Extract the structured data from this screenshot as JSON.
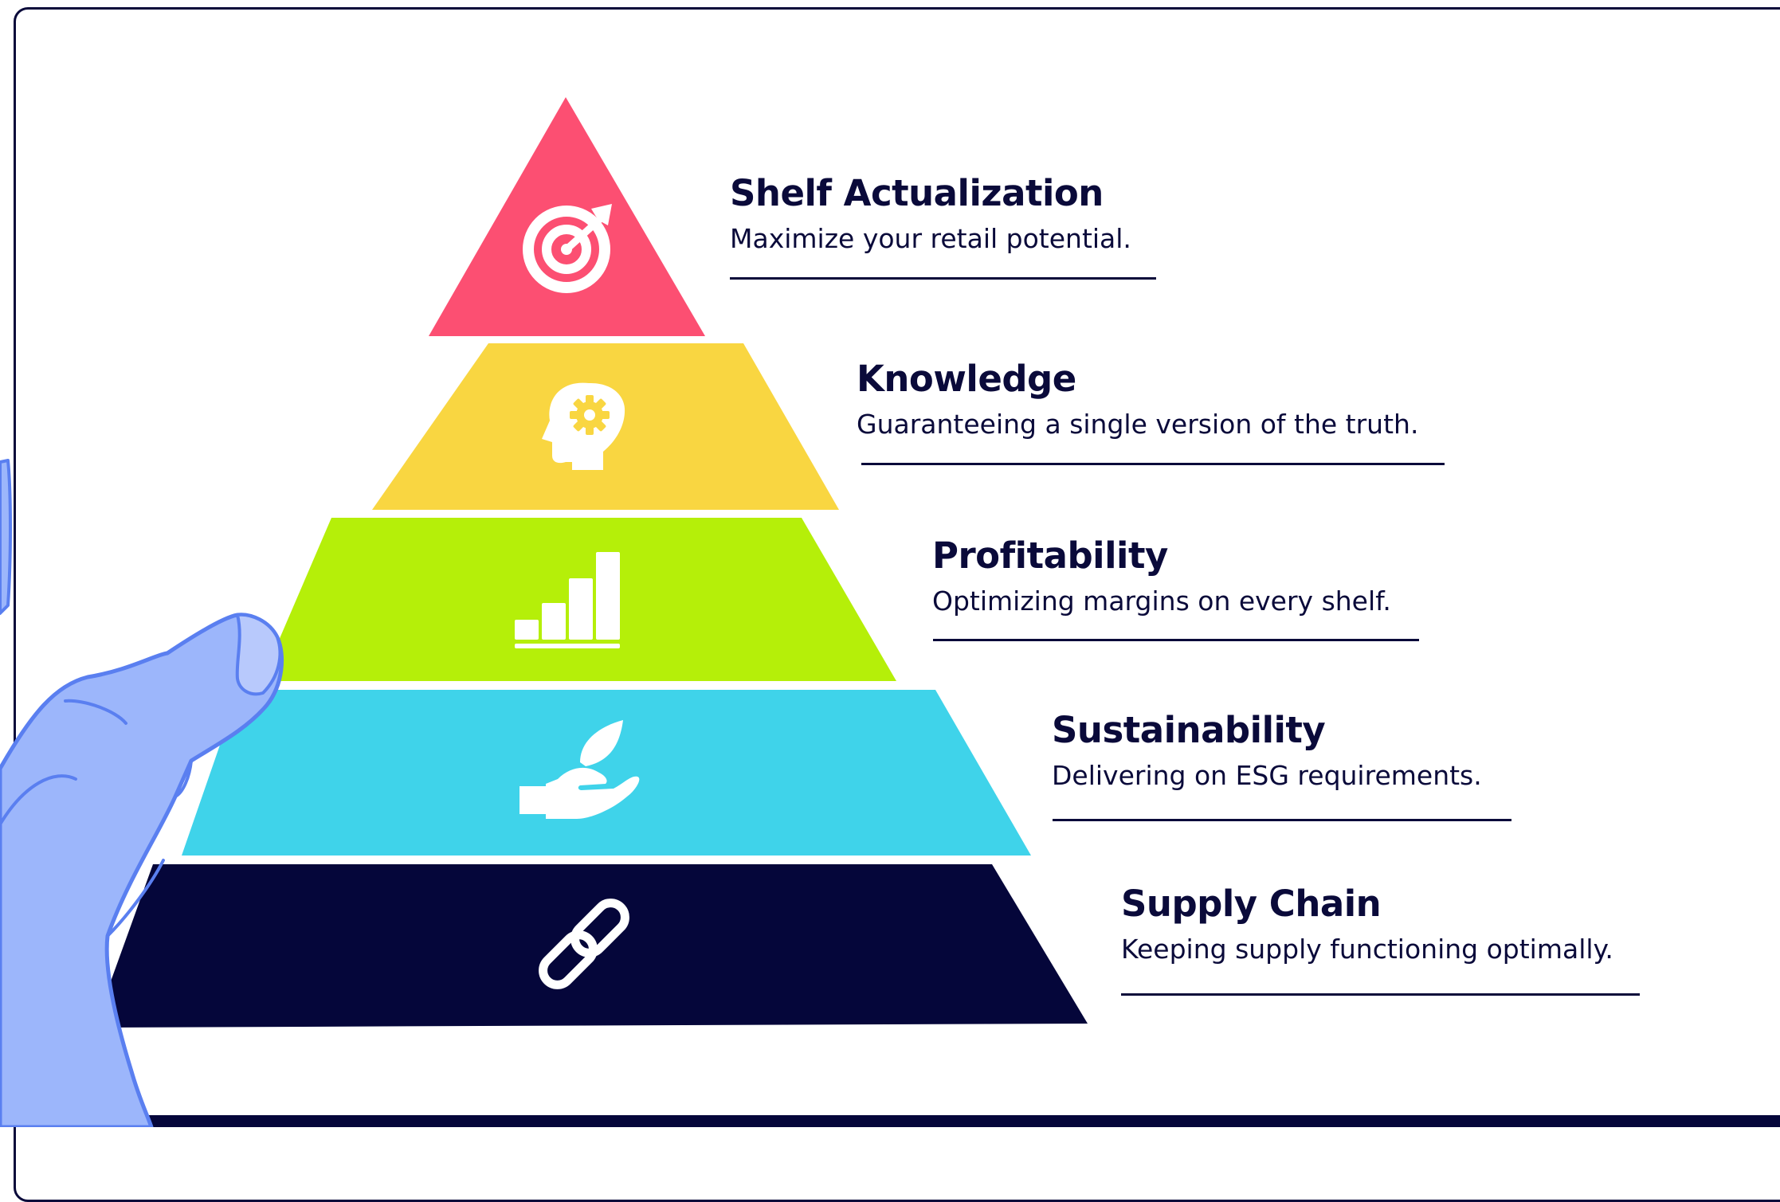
{
  "colors": {
    "shelf": "#fc4f72",
    "knowledge": "#f9d641",
    "profitability": "#b5ef09",
    "sustainability": "#3fd3ea",
    "supply_chain": "#05063a",
    "text": "#0a0a3a",
    "hand_fill": "#9cb6fb",
    "hand_stroke": "#5a7ff0"
  },
  "tiers": [
    {
      "title": "Shelf Actualization",
      "description": "Maximize your retail potential.",
      "icon": "target-arrow-icon"
    },
    {
      "title": "Knowledge",
      "description": "Guaranteeing a single version of the truth.",
      "icon": "head-gear-icon"
    },
    {
      "title": "Profitability",
      "description": "Optimizing margins on every shelf.",
      "icon": "bar-chart-icon"
    },
    {
      "title": "Sustainability",
      "description": "Delivering on ESG requirements.",
      "icon": "hand-leaf-icon"
    },
    {
      "title": "Supply Chain",
      "description": "Keeping supply functioning optimally.",
      "icon": "chain-link-icon"
    }
  ]
}
